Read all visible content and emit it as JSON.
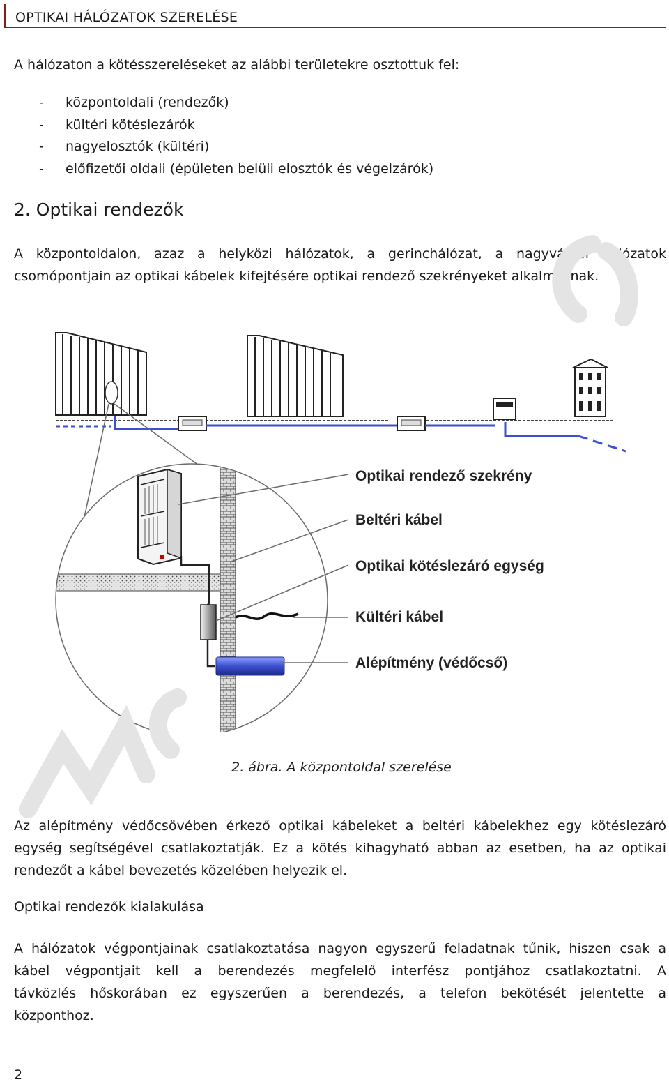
{
  "header": {
    "title": "OPTIKAI HÁLÓZATOK SZERELÉSE"
  },
  "intro": "A hálózaton a kötésszereléseket az alábbi területekre osztottuk fel:",
  "list": [
    "központoldali (rendezők)",
    "kültéri kötéslezárók",
    "nagyelosztók (kültéri)",
    "előfizetői oldali (épületen belüli elosztók és végelzárók)"
  ],
  "section_title": "2. Optikai rendezők",
  "para1": {
    "line1": "A központoldalon, azaz a helyközi hálózatok, a gerinchálózat, a nagyvárosi hálózatok",
    "line2": "csomópontjain az optikai kábelek kifejtésére optikai rendező szekrényeket alkalmaznak."
  },
  "figure": {
    "labels": [
      "Optikai rendező szekrény",
      "Beltéri kábel",
      "Optikai kötéslezáró egység",
      "Kültéri kábel",
      "Alépítmény (védőcső)"
    ],
    "colors": {
      "conduit": "#3b4fd0",
      "line": "#6a6a6a"
    }
  },
  "caption": "2. ábra.  A központoldal szerelése",
  "para2": {
    "line1": "Az alépítmény védőcsövében érkező optikai kábeleket a beltéri kábelekhez egy kötéslezáró",
    "line2": "egység segítségével csatlakoztatják. Ez a kötés kihagyható abban az esetben, ha az optikai",
    "line3": "rendezőt a kábel bevezetés közelében helyezik el."
  },
  "subheading": "Optikai rendezők kialakulása",
  "para3": {
    "line1": "A hálózatok végpontjainak csatlakoztatása nagyon egyszerű feladatnak tűnik, hiszen csak a",
    "line2": "kábel végpontjait kell a berendezés megfelelő interfész pontjához csatlakoztatni. A",
    "line3": "távközlés hőskorában ez egyszerűen a berendezés, a telefon bekötését jelentette a",
    "line4": "központhoz."
  },
  "page_number": "2"
}
